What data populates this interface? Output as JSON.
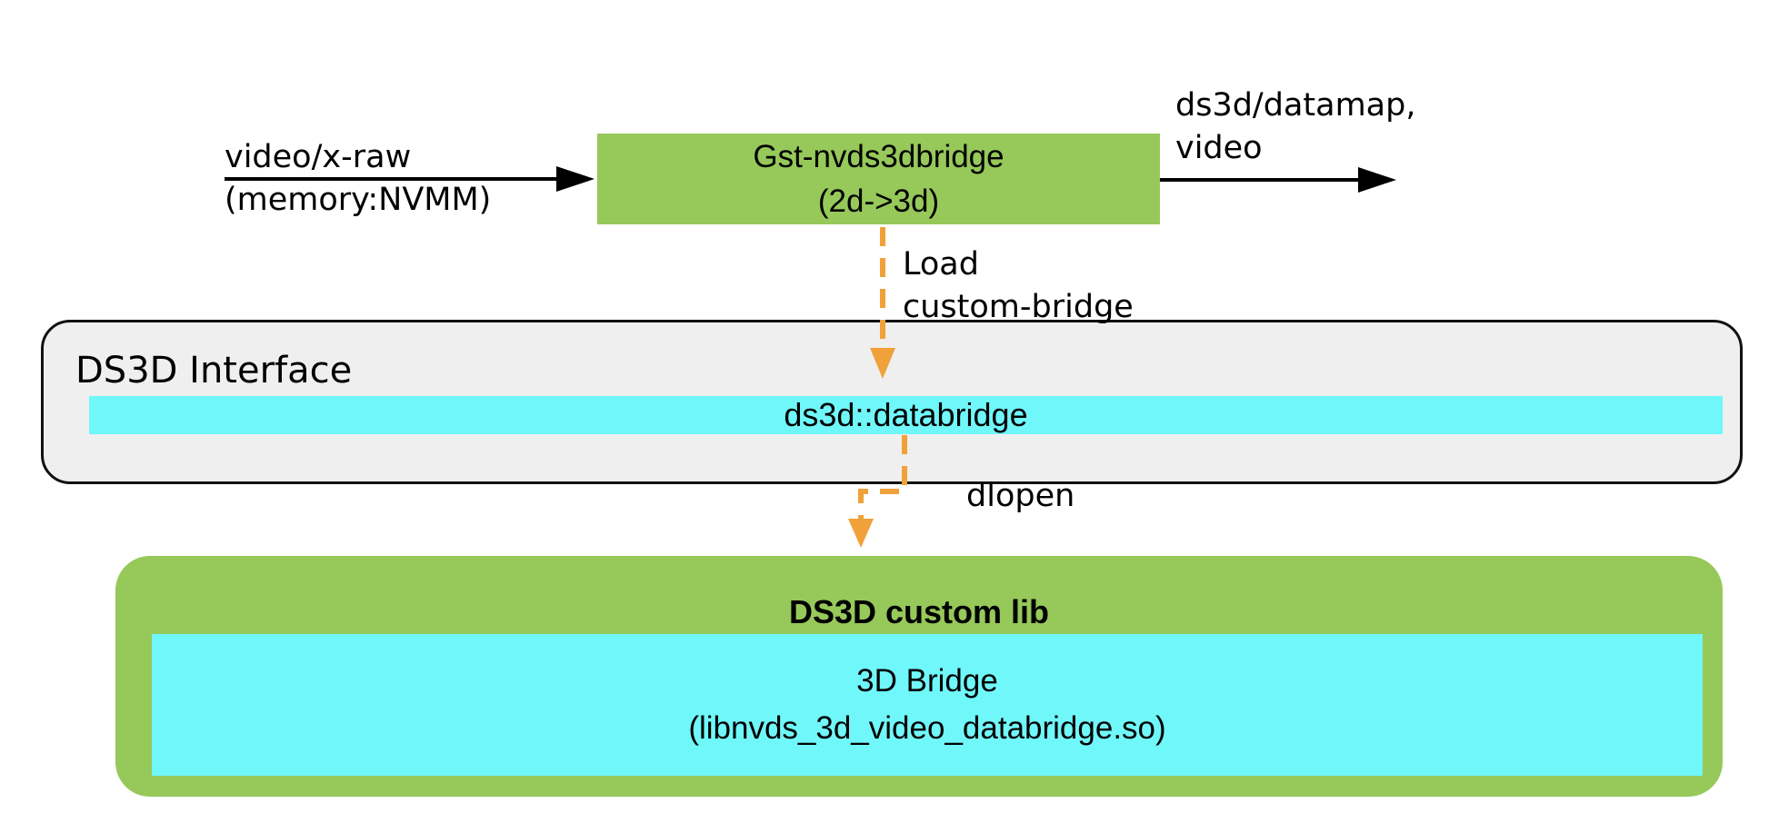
{
  "diagram": {
    "colors": {
      "green": "#96C85A",
      "cyan": "#70F7FA",
      "orange": "#F0A139",
      "gray_fill": "#EFEFEF",
      "border_ink": "#111111",
      "ink": "#000000"
    },
    "top_flow": {
      "input_label_line1": "video/x-raw",
      "input_label_line2": "(memory:NVMM)",
      "plugin_box_line1": "Gst-nvds3dbridge",
      "plugin_box_line2": "(2d->3d)",
      "output_label_line1": "ds3d/datamap,",
      "output_label_line2": "video"
    },
    "load_arrow": {
      "label_line1": "Load",
      "label_line2": "custom-bridge"
    },
    "interface_box": {
      "title": "DS3D Interface",
      "bridge_bar_label": "ds3d::databridge"
    },
    "dlopen_arrow": {
      "label": "dlopen"
    },
    "custom_lib_box": {
      "title": "DS3D custom lib",
      "bridge_line1": "3D Bridge",
      "bridge_line2": "(libnvds_3d_video_databridge.so)"
    }
  }
}
